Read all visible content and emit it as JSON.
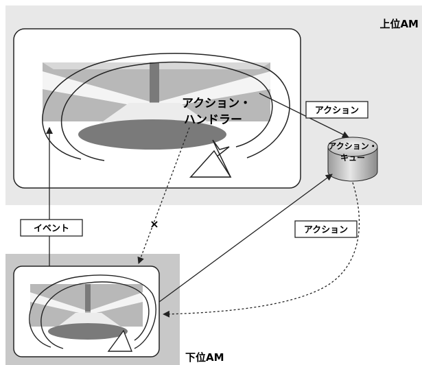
{
  "diagram": {
    "upper_am_label": "上位AM",
    "lower_am_label": "下位AM",
    "action_handler_line1": "アクション・",
    "action_handler_line2": "ハンドラー",
    "action_queue_line1": "アクション・",
    "action_queue_line2": "キュー",
    "action_label_top": "アクション",
    "action_label_right": "アクション",
    "event_label": "イベント",
    "blocked_mark": "×"
  },
  "colors": {
    "upper_region": "#e8e8e8",
    "lower_region": "#c8c8c8",
    "panel_light": "#b8b8b8",
    "panel_dark": "#7a7a7a",
    "stroke": "#222222"
  }
}
